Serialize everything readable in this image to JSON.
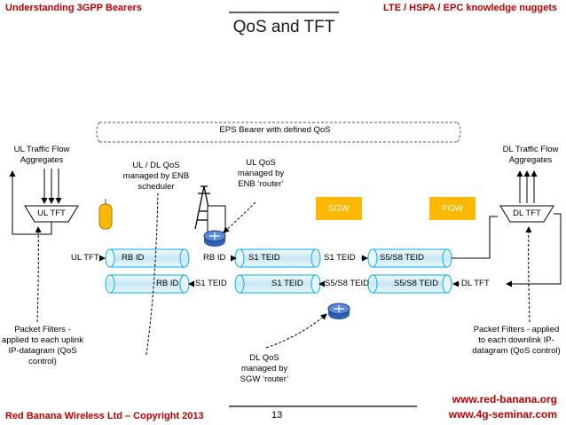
{
  "header": {
    "left": "Understanding 3GPP Bearers",
    "right": "LTE / HSPA / EPC knowledge nuggets",
    "title": "QoS and TFT"
  },
  "bearer": {
    "label": "EPS Bearer with defined QoS"
  },
  "nodes": {
    "sgw": "SGW",
    "pgw": "PGW",
    "ul_tft": "UL TFT",
    "dl_tft": "DL TFT"
  },
  "labels": {
    "ul_traffic": "UL Traffic Flow Aggregates",
    "dl_traffic": "DL Traffic Flow Aggregates",
    "ul_dl_qos": "UL / DL QoS managed by ENB scheduler",
    "ul_qos": "UL QoS managed by ENB ‘router’",
    "dl_qos": "DL QoS managed by SGW ‘router’",
    "pf_ul": "Packet Filters - applied to each uplink IP-datagram (QoS control)",
    "pf_dl": "Packet Filters - applied to each downlink IP-datagram (QoS control)"
  },
  "uplink": {
    "ul_tft": "UL TFT",
    "rb_id_a": "RB ID",
    "rb_id_b": "RB ID",
    "s1_teid_a": "S1 TEID",
    "s1_teid_b": "S1 TEID",
    "s5s8_teid": "S5/S8 TEID"
  },
  "downlink": {
    "rb_id": "RB ID",
    "s1_teid_a": "S1 TEID",
    "s1_teid_b": "S1 TEID",
    "s5s8_teid_a": "S5/S8 TEID",
    "s5s8_teid_b": "S5/S8 TEID",
    "dl_tft": "DL TFT"
  },
  "footer": {
    "copyright": "Red Banana Wireless Ltd – Copyright 2013",
    "page": "13",
    "url1": "www.red-banana.org",
    "url2": "www.4g-seminar.com"
  },
  "colors": {
    "accent": "#c00000",
    "node": "#ffb800",
    "pipe_stroke": "#00b0f0",
    "pipe_fill": "#cfeaf3",
    "router": "#4472c4"
  }
}
